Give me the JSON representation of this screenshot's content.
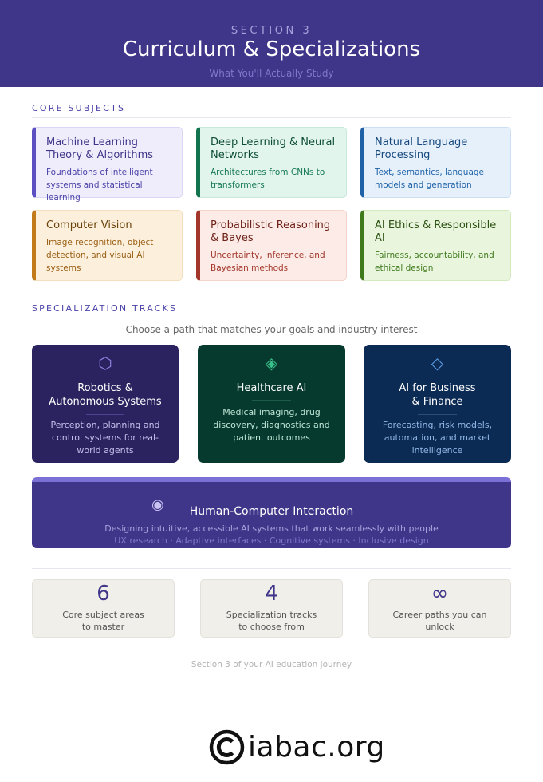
{
  "header": {
    "eyebrow": "SECTION 3",
    "title": "Curriculum & Specializations",
    "subtitle": "What You'll Actually Study"
  },
  "core": {
    "label": "CORE SUBJECTS",
    "subjects": [
      {
        "title": "Machine Learning Theory & Algorithms",
        "desc": "Foundations of intelligent systems and statistical learning",
        "accent": "#5b4fc2",
        "bg": "#efedfc",
        "border": "#d9d5f5",
        "title_color": "#3f3589",
        "desc_color": "#4b43a8"
      },
      {
        "title": "Deep Learning & Neural Networks",
        "desc": "Architectures from CNNs to transformers",
        "accent": "#12744f",
        "bg": "#e2f5ed",
        "border": "#c6e9da",
        "title_color": "#0d4d36",
        "desc_color": "#167a55"
      },
      {
        "title": "Natural Language Processing",
        "desc": "Text, semantics, language models and generation",
        "accent": "#1f62a8",
        "bg": "#e5f0fb",
        "border": "#cadff4",
        "title_color": "#17497f",
        "desc_color": "#1f62a8"
      },
      {
        "title": "Computer Vision",
        "desc": "Image recognition, object detection, and visual AI systems",
        "accent": "#c27a1b",
        "bg": "#fcf0dd",
        "border": "#f3dfbf",
        "title_color": "#6b4208",
        "desc_color": "#9a5e12"
      },
      {
        "title": "Probabilistic Reasoning & Bayes",
        "desc": "Uncertainty, inference, and Bayesian methods",
        "accent": "#a3362a",
        "bg": "#fcebe6",
        "border": "#f3d3ca",
        "title_color": "#6e2218",
        "desc_color": "#a3362a"
      },
      {
        "title": "AI Ethics & Responsible AI",
        "desc": "Fairness, accountability, and ethical design",
        "accent": "#3f7a1c",
        "bg": "#e9f5dd",
        "border": "#d3e9be",
        "title_color": "#2b5212",
        "desc_color": "#3f7a1c"
      }
    ]
  },
  "tracks": {
    "label": "SPECIALIZATION TRACKS",
    "intro": "Choose a path that matches your goals and industry interest",
    "items": [
      {
        "icon": "hexagon-icon",
        "glyph": "⬡",
        "title_line1": "Robotics &",
        "title_line2": "Autonomous Systems",
        "desc": "Perception, planning and control systems for real-world agents",
        "bg": "#2b2260",
        "icon_color": "#8f86e6",
        "line_color": "#4d4390",
        "desc_color": "#c5c0ec"
      },
      {
        "icon": "diamond-filled-icon",
        "glyph": "◈",
        "title_line1": "Healthcare AI",
        "title_line2": "",
        "desc": "Medical imaging, drug discovery, diagnostics and patient outcomes",
        "bg": "#063a2e",
        "icon_color": "#39c08a",
        "line_color": "#1c5c49",
        "desc_color": "#bfe6d6"
      },
      {
        "icon": "diamond-outline-icon",
        "glyph": "◇",
        "title_line1": "AI for Business",
        "title_line2": "& Finance",
        "desc": "Forecasting, risk models, automation, and market intelligence",
        "bg": "#0c2b54",
        "icon_color": "#5b9ee8",
        "line_color": "#2a4d7a",
        "desc_color": "#92b8e6"
      }
    ]
  },
  "hci": {
    "icon": "target-icon",
    "glyph": "◉",
    "title": "Human-Computer Interaction",
    "desc": "Designing intuitive, accessible AI systems that work seamlessly with people",
    "tags": "UX research · Adaptive interfaces · Cognitive systems · Inclusive design"
  },
  "stats": [
    {
      "number": "6",
      "label_line1": "Core subject areas",
      "label_line2": "to master"
    },
    {
      "number": "4",
      "label_line1": "Specialization tracks",
      "label_line2": "to choose from"
    },
    {
      "number": "∞",
      "label_line1": "Career paths you can",
      "label_line2": "unlock"
    }
  ],
  "footer_note": "Section 3 of your AI education journey",
  "brand": {
    "text": "iabac.org",
    "logo": "copyright-c-logo"
  }
}
